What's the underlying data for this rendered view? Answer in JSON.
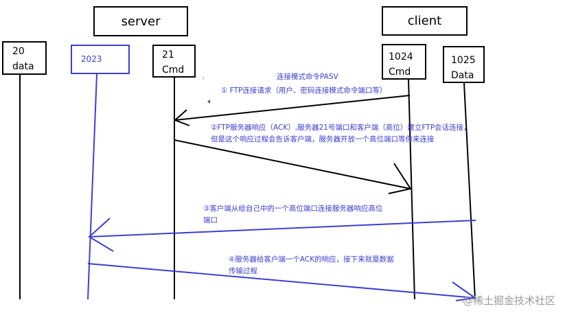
{
  "headers": {
    "server": "server",
    "client": "client"
  },
  "ports": {
    "p20": {
      "number": "20",
      "label": "data"
    },
    "p2023": {
      "number": "2023"
    },
    "p21": {
      "number": "21",
      "label": "Cmd"
    },
    "p1024": {
      "number": "1024",
      "label": "Cmd"
    },
    "p1025": {
      "number": "1025",
      "label": "Data"
    }
  },
  "notes": {
    "mode": "连接模式命令PASV",
    "step1": "① FTP连接请求（用户、密码连接模式命令端口等）",
    "step2": "②FTP服务器响应（ACK）,服务器21号端口和客户端（高位）建立FTP会话连接，但是这个响应过程会告诉客户端，服务器开放一个高位端口等你来连接",
    "step3": "③客户端从给自己中的一个高位端口连接服务器响应高位端口",
    "step4": "④服务器给客户端一个ACK的响应，接下来就是数据传输过程"
  },
  "watermark": "@稀土掘金技术社区",
  "colors": {
    "black": "#000000",
    "blue": "#3b3fd0",
    "note": "#3a3bd0"
  }
}
